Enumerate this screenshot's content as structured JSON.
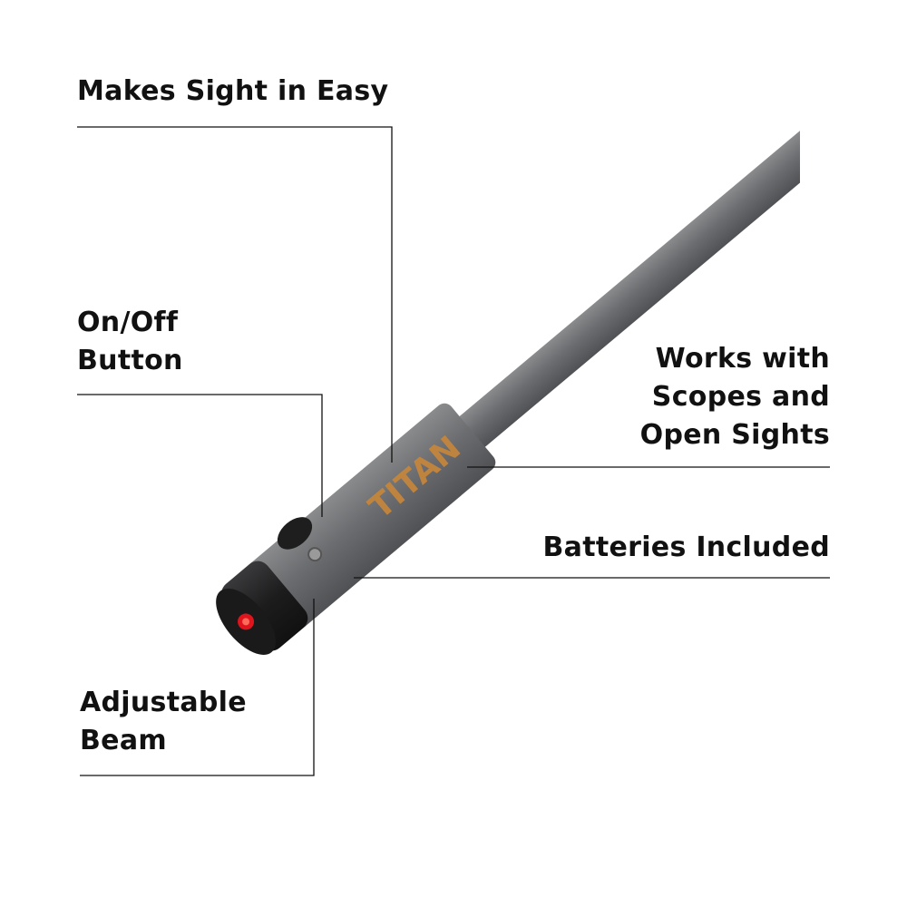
{
  "callouts": {
    "sight": "Makes Sight in Easy",
    "button_1": "On/Off",
    "button_2": "Button",
    "works_1": "Works with",
    "works_2": "Scopes and",
    "works_3": "Open Sights",
    "batteries": "Batteries Included",
    "beam_1": "Adjustable",
    "beam_2": "Beam"
  },
  "product": {
    "logo_text": "TITAN",
    "body_color": "#6e6f71",
    "logo_color": "#c8873a",
    "laser_color": "#e0141c"
  }
}
